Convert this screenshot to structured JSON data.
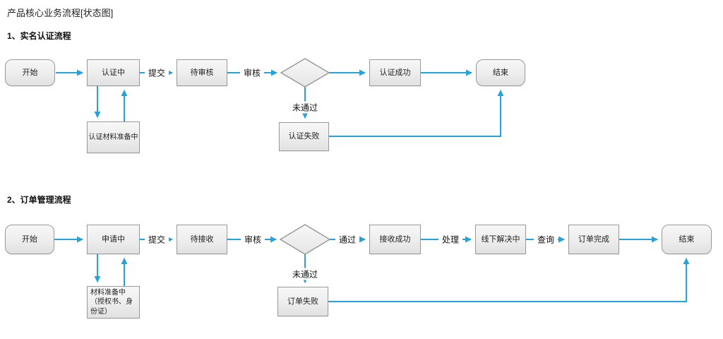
{
  "title": "产品核心业务流程[状态图]",
  "colors": {
    "arrow": "#25a2da",
    "box_border": "#9a9a9a",
    "box_fill_top": "#f7f7f7",
    "box_fill_bottom": "#e1e1e1",
    "text": "#1f1f1f"
  },
  "section1": {
    "heading": "1、实名认证流程",
    "nodes": {
      "start": "开始",
      "authenticating": "认证中",
      "pending_review": "待审核",
      "auth_success": "认证成功",
      "end": "结束",
      "material_preparing": "认证材料准备中",
      "auth_failed": "认证失败"
    },
    "edges": {
      "submit": "提交",
      "review": "审核",
      "not_passed": "未通过"
    }
  },
  "section2": {
    "heading": "2、订单管理流程",
    "nodes": {
      "start": "开始",
      "applying": "申请中",
      "pending_receive": "待接收",
      "receive_success": "接收成功",
      "offline_resolving": "线下解决中",
      "order_complete": "订单完成",
      "end": "结束",
      "material_preparing": "材料准备中（授权书、身份证）",
      "order_failed": "订单失败"
    },
    "edges": {
      "submit": "提交",
      "review": "审核",
      "passed": "通过",
      "process": "处理",
      "query": "查询",
      "not_passed": "未通过"
    }
  }
}
